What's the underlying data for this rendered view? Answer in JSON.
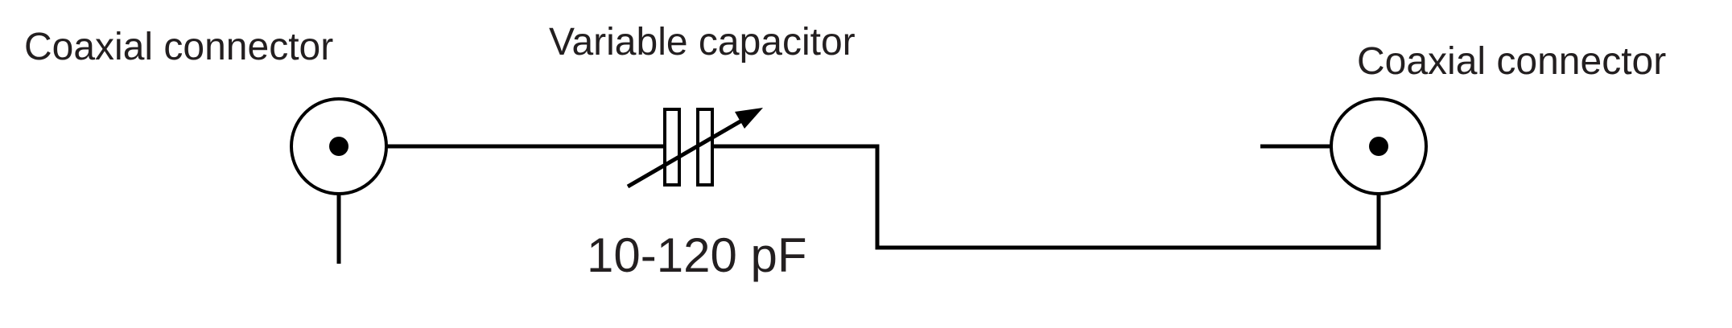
{
  "labels": {
    "left_connector": "Coaxial connector",
    "right_connector": "Coaxial connector",
    "capacitor": "Variable capacitor",
    "capacitance_range": "10-120 pF"
  },
  "components": [
    {
      "id": "left-coaxial-connector",
      "type": "coaxial-connector-icon"
    },
    {
      "id": "variable-capacitor",
      "type": "variable-capacitor-icon"
    },
    {
      "id": "right-coaxial-connector",
      "type": "coaxial-connector-icon"
    }
  ],
  "colors": {
    "line": "#000000",
    "text": "#231f20",
    "background": "#ffffff"
  }
}
